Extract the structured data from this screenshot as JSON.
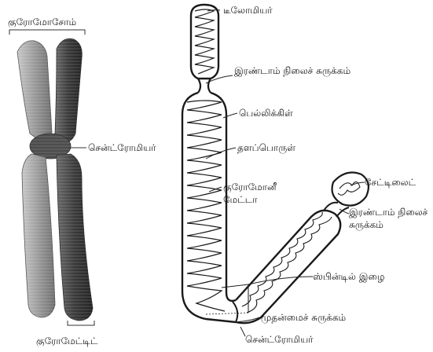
{
  "labels": {
    "chromosome": "குரோமோசோம்",
    "centromere_left": "சென்ட்ரோமியர்",
    "chromatid": "குரோமேட்டிட்",
    "telomere": "டீலோமியர்",
    "secondary_constriction_1": "இரண்டாம் நிலைச் சுருக்கம்",
    "pellicle": "பெல்லிக்கிள்",
    "matrix": "தளப்பொருள்",
    "chromonemata": "குரோமோனீ மேட்டா",
    "satellite": "சேட்டிலைட்",
    "secondary_constriction_2": "இரண்டாம் நிலைச் சுருக்கம்",
    "spindle_fibre": "ஸ்பின்டில் இழை",
    "primary_constriction": "முதன்மைச் சுருக்கம்",
    "centromere_right": "சென்ட்ரோமியர்"
  },
  "colors": {
    "ink": "#1a1a1a",
    "chromatid_light": "#8e8e8e",
    "chromatid_dark": "#3f3f3f",
    "centromere": "#555555"
  }
}
